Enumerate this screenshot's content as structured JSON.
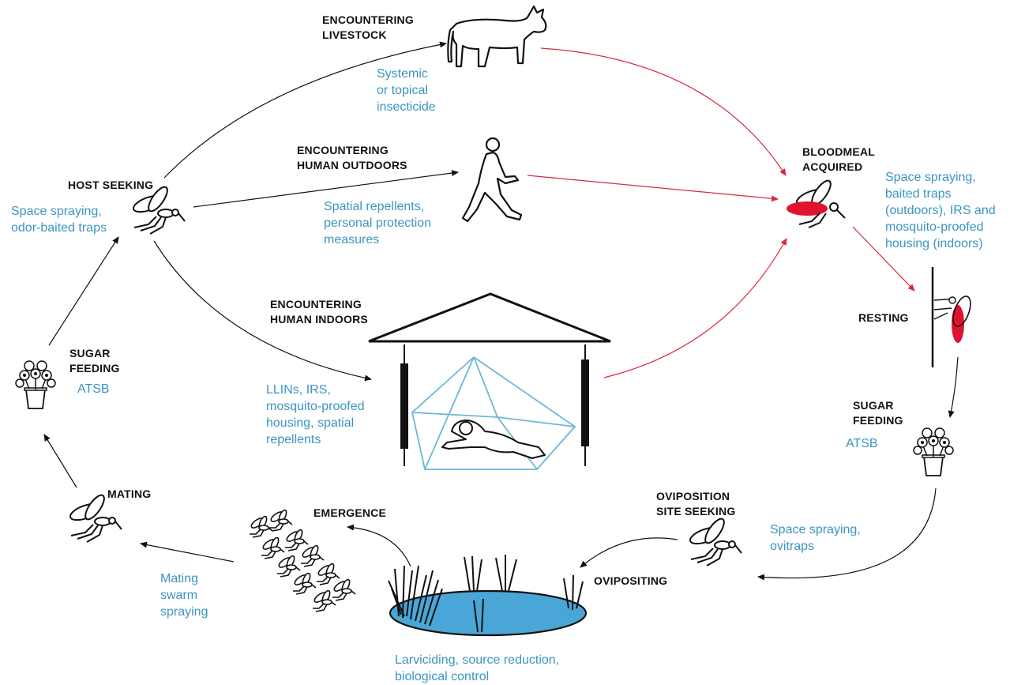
{
  "stages": {
    "livestock": "ENCOUNTERING\nLIVESTOCK",
    "outdoors": "ENCOUNTERING\nHUMAN OUTDOORS",
    "indoors": "ENCOUNTERING\nHUMAN INDOORS",
    "host_seeking": "HOST SEEKING",
    "bloodmeal": "BLOODMEAL\nACQUIRED",
    "resting": "RESTING",
    "sugar_feeding_right": "SUGAR\nFEEDING",
    "sugar_feeding_left": "SUGAR\nFEEDING",
    "oviposition_site": "OVIPOSITION\nSITE SEEKING",
    "ovipositing": "OVIPOSITING",
    "emergence": "EMERGENCE",
    "mating": "MATING"
  },
  "interventions": {
    "livestock": "Systemic\nor topical\ninsecticide",
    "outdoors": "Spatial repellents,\npersonal protection\nmeasures",
    "indoors": "LLINs, IRS,\nmosquito-proofed\nhousing, spatial\nrepellents",
    "host_seeking": "Space spraying,\nodor-baited traps",
    "bloodmeal": "Space spraying,\nbaited traps\n(outdoors), IRS and\nmosquito-proofed\nhousing (indoors)",
    "sugar_right": "ATSB",
    "sugar_left": "ATSB",
    "oviposition_site": "Space spraying,\novitraps",
    "larval": "Larviciding, source reduction,\nbiological control",
    "mating": "Mating\nswarm\nspraying"
  },
  "colors": {
    "intervention_text": "#3b95bf",
    "blood_path": "#d8283f",
    "net": "#6fb6d6",
    "water": "#4aa6d6",
    "black": "#111111"
  },
  "icons": [
    "cow-icon",
    "walking-person-icon",
    "house-icon",
    "bed-net-icon",
    "mosquito-icon",
    "blood-fed-mosquito-icon",
    "flower-pot-icon",
    "pond-icon"
  ]
}
